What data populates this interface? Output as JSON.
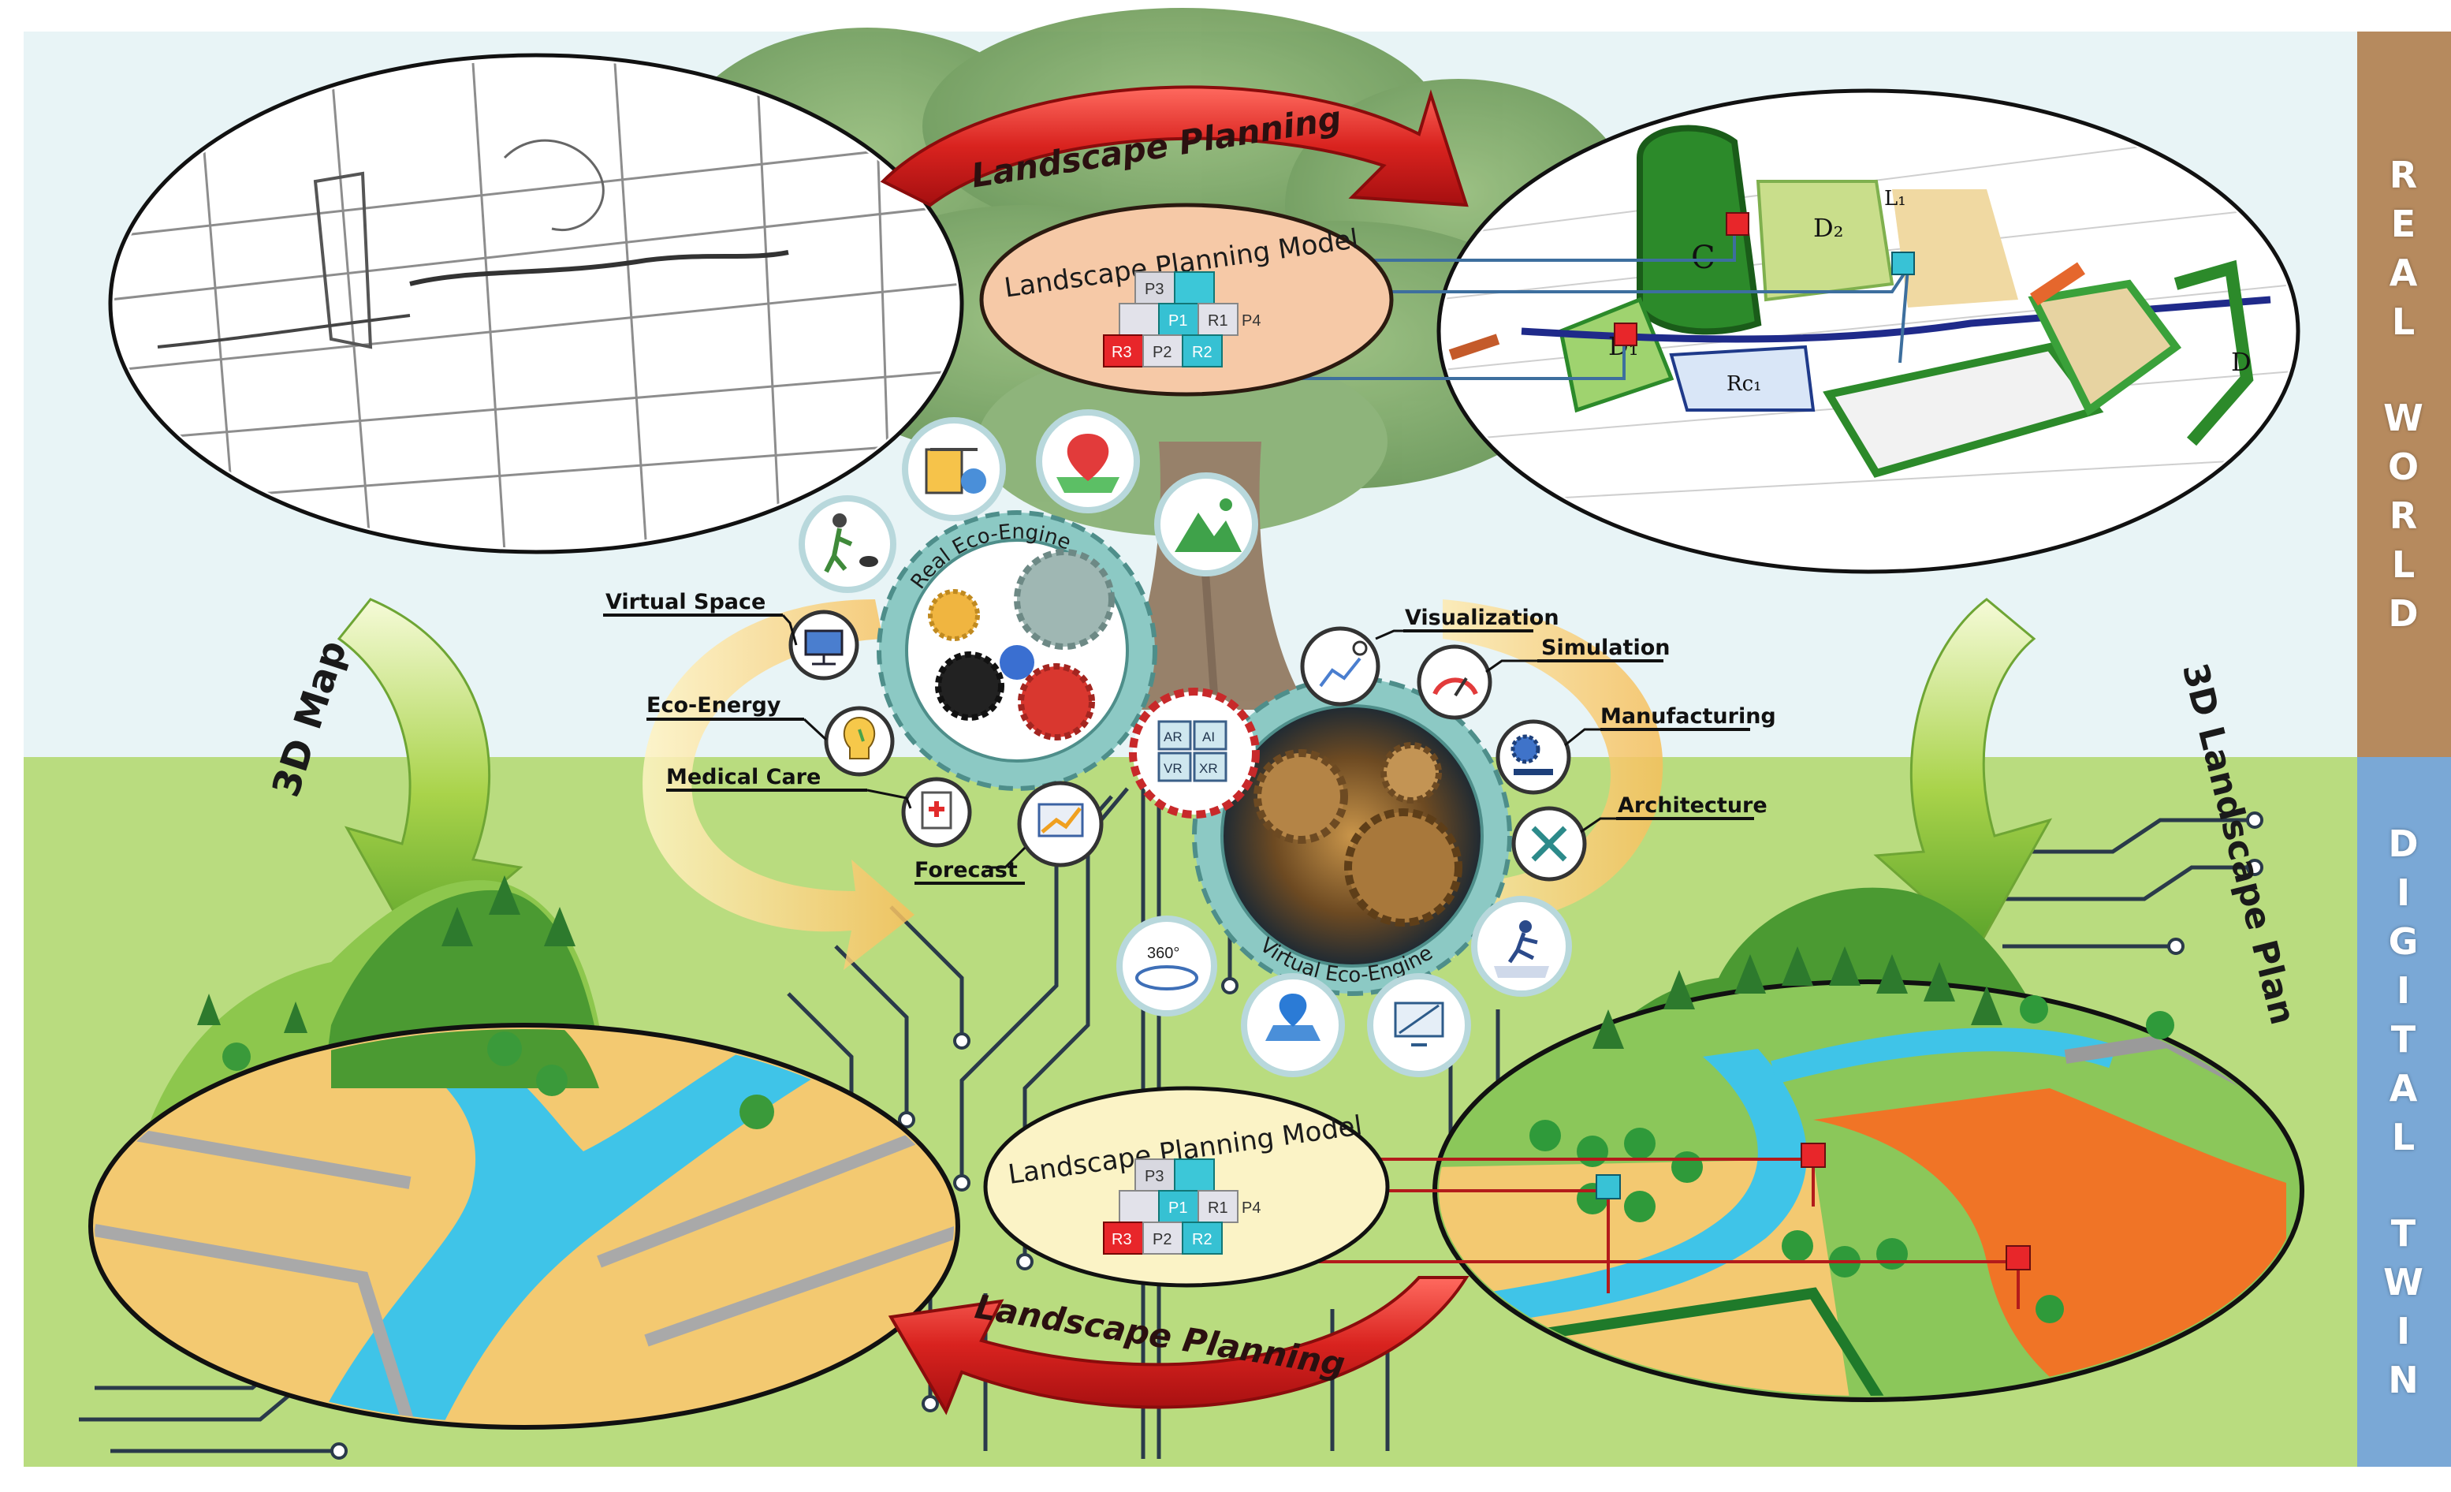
{
  "side_labels": {
    "real_world": [
      "R",
      "E",
      "A",
      "L",
      "",
      "W",
      "O",
      "R",
      "L",
      "D"
    ],
    "digital_twin": [
      "D",
      "I",
      "G",
      "I",
      "T",
      "A",
      "L",
      "",
      "T",
      "W",
      "I",
      "N"
    ]
  },
  "arrows": {
    "top_planning": "Landscape Planning",
    "bottom_planning": "Landscape Planning",
    "left_map": "3D Map",
    "right_plan": "3D Landscape Plan"
  },
  "models": {
    "top_title": "Landscape Planning Model",
    "bottom_title": "Landscape Planning Model",
    "cube_labels": [
      "P3",
      "P1",
      "R1",
      "P4",
      "R3",
      "P2",
      "R2"
    ]
  },
  "engines": {
    "real": "Real Eco-Engine",
    "virtual": "Virtual Eco-Engine",
    "connector_labels": [
      "AR",
      "VR",
      "AI",
      "XR"
    ]
  },
  "real_features": {
    "virtual_space": "Virtual Space",
    "eco_energy": "Eco-Energy",
    "medical_care": "Medical Care",
    "forecast": "Forecast"
  },
  "virtual_features": {
    "visualization": "Visualization",
    "simulation": "Simulation",
    "manufacturing": "Manufacturing",
    "architecture": "Architecture"
  },
  "icons": {
    "vr_360": "360°"
  },
  "plan_zone_labels": [
    "C",
    "D₁",
    "D₂",
    "D",
    "Rc₁",
    "L₁"
  ],
  "colors": {
    "real_world_band": "#B68A5E",
    "digital_twin_band": "#7AA8D6",
    "sky": "#E8F4F6",
    "grass": "#B9DC7F",
    "red_arrow": "#D22323",
    "model_top": "#F6C9A7",
    "model_bottom": "#FBF3C6",
    "gear_ring": "#8CC9C4"
  }
}
